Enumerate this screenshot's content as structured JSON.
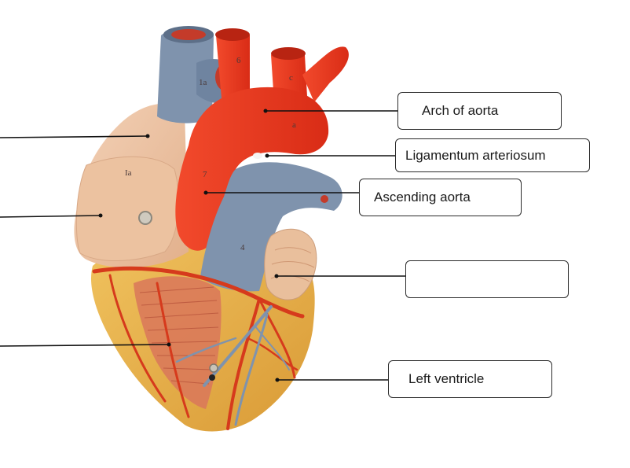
{
  "diagram": {
    "labels": {
      "arch_of_aorta": "Arch of aorta",
      "ligamentum_arteriosum": "Ligamentum arteriosum",
      "ascending_aorta": "Ascending aorta",
      "blank_label": "",
      "left_ventricle": "Left ventricle"
    },
    "model_markings": {
      "m1": "1a",
      "m2": "6",
      "m3": "c",
      "m4": "Ia",
      "m5": "7",
      "m6": "a",
      "m7": "4"
    },
    "colors": {
      "aorta": "#e8321f",
      "pulmonary": "#7f93ad",
      "atrium": "#efc4a5",
      "ventricle": "#e8b24e",
      "vessel": "#d63a1c",
      "leader_line": "#111111"
    }
  }
}
